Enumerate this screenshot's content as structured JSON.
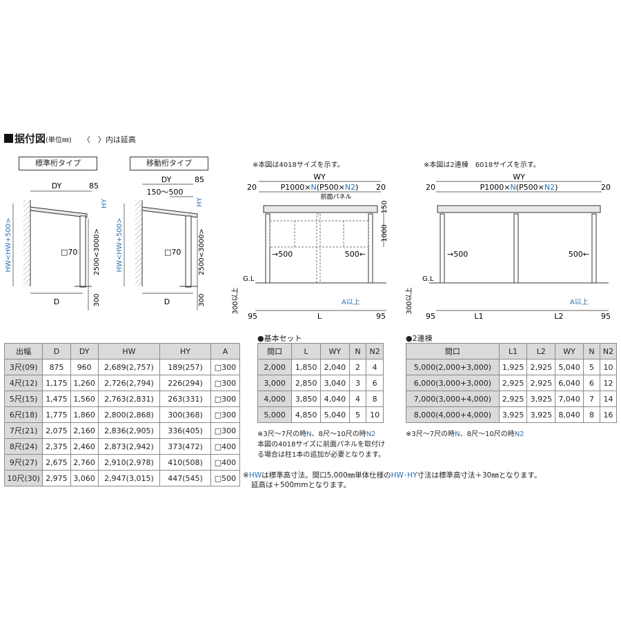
{
  "header": {
    "title": "据付図",
    "unit": "(単位㎜)",
    "note": "〈　〉内は延高"
  },
  "diagrams": {
    "standard": {
      "label": "標準桁タイプ",
      "dims": {
        "dy": "DY",
        "d85": "85",
        "hy": "HY",
        "hw": "HW<HW+500>",
        "h2500": "2500<3000>",
        "post": "□70",
        "d": "D",
        "d300": "300"
      }
    },
    "moving": {
      "label": "移動桁タイプ",
      "dims": {
        "dy": "DY",
        "range": "150～500",
        "d85": "85",
        "hy": "HY",
        "hw": "HW<HW+500>",
        "h2500": "2500<3000>",
        "post": "□70",
        "d": "D",
        "d300": "300"
      }
    },
    "front4018": {
      "caption": "※本図は4018サイズを示す。",
      "dims": {
        "wy": "WY",
        "left20": "20",
        "right20": "20",
        "pitch_a": "P1000×",
        "pitch_n": "N",
        "pitch_b": "(P500×",
        "pitch_n2": "N2",
        "pitch_c": ")",
        "panel": "前面パネル",
        "d150": "150",
        "d1000": "1000",
        "l500": "500",
        "r500": "500",
        "gl": "G.L",
        "a": "A以上",
        "d300": "300以上",
        "b95l": "95",
        "l": "L",
        "b95r": "95"
      }
    },
    "front6018": {
      "caption": "※本図は2連棟　6018サイズを示す。",
      "dims": {
        "wy": "WY",
        "left20": "20",
        "right20": "20",
        "pitch_a": "P1000×",
        "pitch_n": "N",
        "pitch_b": "(P500×",
        "pitch_n2": "N2",
        "pitch_c": ")",
        "l500": "500",
        "r500": "500",
        "gl": "G.L",
        "a": "A以上",
        "d300": "300以上",
        "b95l": "95",
        "l1": "L1",
        "l2": "L2",
        "b95r": "95"
      }
    }
  },
  "main_table": {
    "headers": [
      "出幅",
      "D",
      "DY",
      "HW",
      "HY",
      "A"
    ],
    "rows": [
      [
        "3尺(09)",
        "875",
        "960",
        "2,689(2,757)",
        "189(257)",
        "□300"
      ],
      [
        "4尺(12)",
        "1,175",
        "1,260",
        "2,726(2,794)",
        "226(294)",
        "□300"
      ],
      [
        "5尺(15)",
        "1,475",
        "1,560",
        "2,763(2,831)",
        "263(331)",
        "□300"
      ],
      [
        "6尺(18)",
        "1,775",
        "1,860",
        "2,800(2,868)",
        "300(368)",
        "□300"
      ],
      [
        "7尺(21)",
        "2,075",
        "2,160",
        "2,836(2,905)",
        "336(405)",
        "□300"
      ],
      [
        "8尺(24)",
        "2,375",
        "2,460",
        "2,873(2,942)",
        "373(472)",
        "□400"
      ],
      [
        "9尺(27)",
        "2,675",
        "2,760",
        "2,910(2,978)",
        "410(508)",
        "□400"
      ],
      [
        "10尺(30)",
        "2,975",
        "3,060",
        "2,947(3,015)",
        "447(545)",
        "□500"
      ]
    ]
  },
  "basic_set": {
    "title": "●基本セット",
    "headers": [
      "間口",
      "L",
      "WY",
      "N",
      "N2"
    ],
    "rows": [
      [
        "2,000",
        "1,850",
        "2,040",
        "2",
        "4"
      ],
      [
        "3,000",
        "2,850",
        "3,040",
        "3",
        "6"
      ],
      [
        "4,000",
        "3,850",
        "4,040",
        "4",
        "8"
      ],
      [
        "5,000",
        "4,850",
        "5,040",
        "5",
        "10"
      ]
    ],
    "note1_a": "※3尺～7尺の時",
    "note1_n": "N",
    "note1_b": "、8尺～10尺の時",
    "note1_n2": "N2",
    "note2": "本図の4018サイズに前面パネルを取付け",
    "note3": "る場合は柱1本の追加が必要となります。"
  },
  "double": {
    "title": "●2連棟",
    "headers": [
      "間口",
      "L1",
      "L2",
      "WY",
      "N",
      "N2"
    ],
    "rows": [
      [
        "5,000(2,000+3,000)",
        "1,925",
        "2,925",
        "5,040",
        "5",
        "10"
      ],
      [
        "6,000(3,000+3,000)",
        "2,925",
        "2,925",
        "6,040",
        "6",
        "12"
      ],
      [
        "7,000(3,000+4,000)",
        "2,925",
        "3,925",
        "7,040",
        "7",
        "14"
      ],
      [
        "8,000(4,000+4,000)",
        "3,925",
        "3,925",
        "8,040",
        "8",
        "16"
      ]
    ],
    "note_a": "※3尺～7尺の時",
    "note_n": "N",
    "note_b": "、8尺～10尺の時",
    "note_n2": "N2"
  },
  "footer": {
    "p1": "※",
    "hw": "HW",
    "p2": "は標準高寸法。間口5,000㎜単体仕様の",
    "hwhy": "HW･HY",
    "p3": "寸法は標準高寸法＋30㎜となります。",
    "line2": "延高は＋500mmとなります。"
  },
  "colors": {
    "accent": "#2a6fb0",
    "header_bg": "#dadada",
    "line": "#333333"
  }
}
